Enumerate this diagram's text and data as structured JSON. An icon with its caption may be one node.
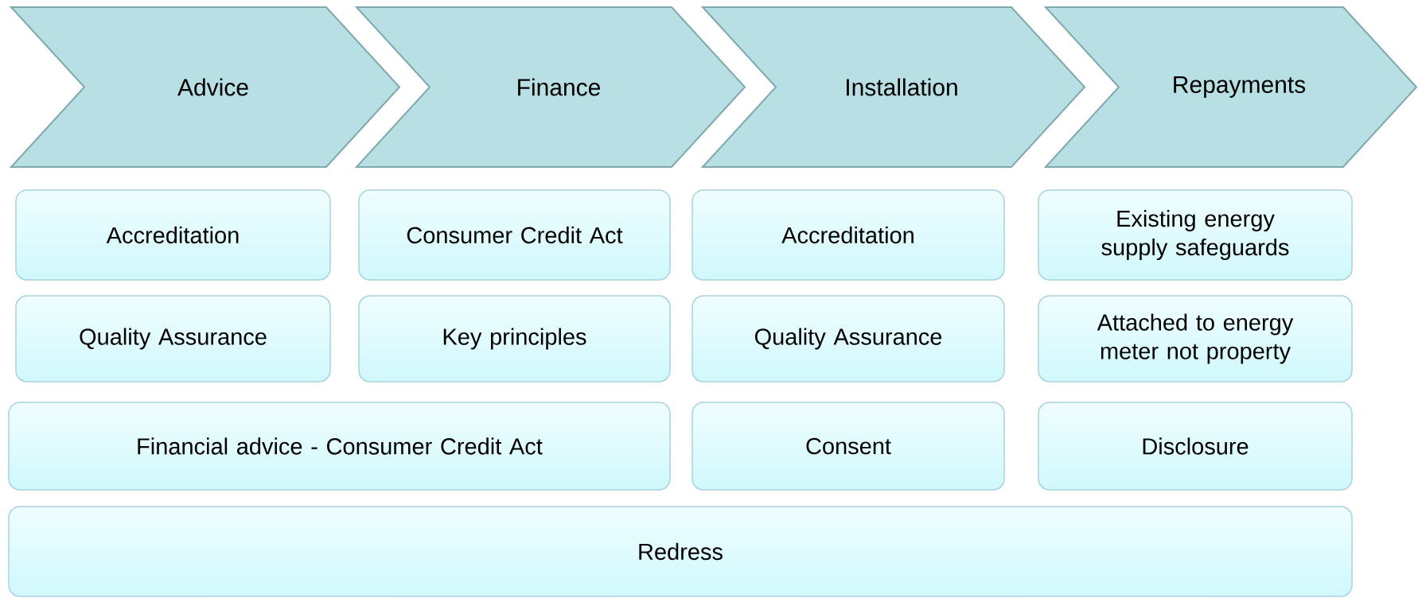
{
  "diagram": {
    "nodes": [
      {
        "text": [
          "Advice"
        ]
      },
      {
        "text": [
          "Finance"
        ]
      },
      {
        "text": [
          "Installation"
        ]
      },
      {
        "text": [
          "Repayments"
        ]
      },
      {
        "text": [
          "Accreditation"
        ]
      },
      {
        "text": [
          "Consumer Credit Act"
        ]
      },
      {
        "text": [
          "Accreditation"
        ]
      },
      {
        "text": [
          "Existing energy supply safeguards"
        ]
      },
      {
        "text": [
          "Quality Assurance"
        ]
      },
      {
        "text": [
          "Key principles"
        ]
      },
      {
        "text": [
          "Quality Assurance"
        ]
      },
      {
        "text": [
          "Attached to energy meter not property"
        ]
      },
      {
        "text": [
          "Financial advice - Consumer Credit Act"
        ]
      },
      {
        "text": [
          "Consent"
        ]
      },
      {
        "text": [
          "Disclosure"
        ]
      },
      {
        "text": [
          "Redress"
        ]
      }
    ]
  }
}
